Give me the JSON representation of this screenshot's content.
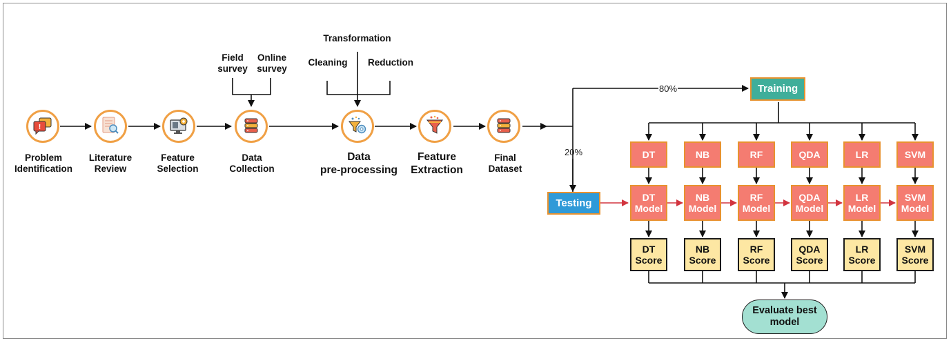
{
  "steps": [
    {
      "label": "Problem\nIdentification",
      "icon": "chat-alert-icon"
    },
    {
      "label": "Literature\nReview",
      "icon": "document-search-icon"
    },
    {
      "label": "Feature\nSelection",
      "icon": "monitor-settings-icon"
    },
    {
      "label": "Data\nCollection",
      "icon": "database-icon"
    },
    {
      "label": "Data\npre-processing",
      "icon": "funnel-gear-icon"
    },
    {
      "label": "Feature\nExtraction",
      "icon": "funnel-icon"
    },
    {
      "label": "Final\nDataset",
      "icon": "database-icon"
    }
  ],
  "collection_sources": {
    "field": "Field\nsurvey",
    "online": "Online\nsurvey"
  },
  "preprocessing_parts": {
    "transformation": "Transformation",
    "cleaning": "Cleaning",
    "reduction": "Reduction"
  },
  "split": {
    "train_pct": "80%",
    "test_pct": "20%",
    "training": "Training",
    "testing": "Testing"
  },
  "algorithms": [
    {
      "name": "DT",
      "model": "DT\nModel",
      "score": "DT\nScore"
    },
    {
      "name": "NB",
      "model": "NB\nModel",
      "score": "NB\nScore"
    },
    {
      "name": "RF",
      "model": "RF\nModel",
      "score": "RF\nScore"
    },
    {
      "name": "QDA",
      "model": "QDA\nModel",
      "score": "QDA\nScore"
    },
    {
      "name": "LR",
      "model": "LR\nModel",
      "score": "LR\nScore"
    },
    {
      "name": "SVM",
      "model": "SVM\nModel",
      "score": "SVM\nScore"
    }
  ],
  "evaluate": "Evaluate best\nmodel",
  "colors": {
    "circle_border": "#f0a045",
    "algo": "#f47c71",
    "score": "#fde7a3",
    "training": "#3fae9a",
    "testing": "#2f9ad8",
    "evaluate": "#a3e0d2",
    "model_arrow": "#d2343f"
  }
}
